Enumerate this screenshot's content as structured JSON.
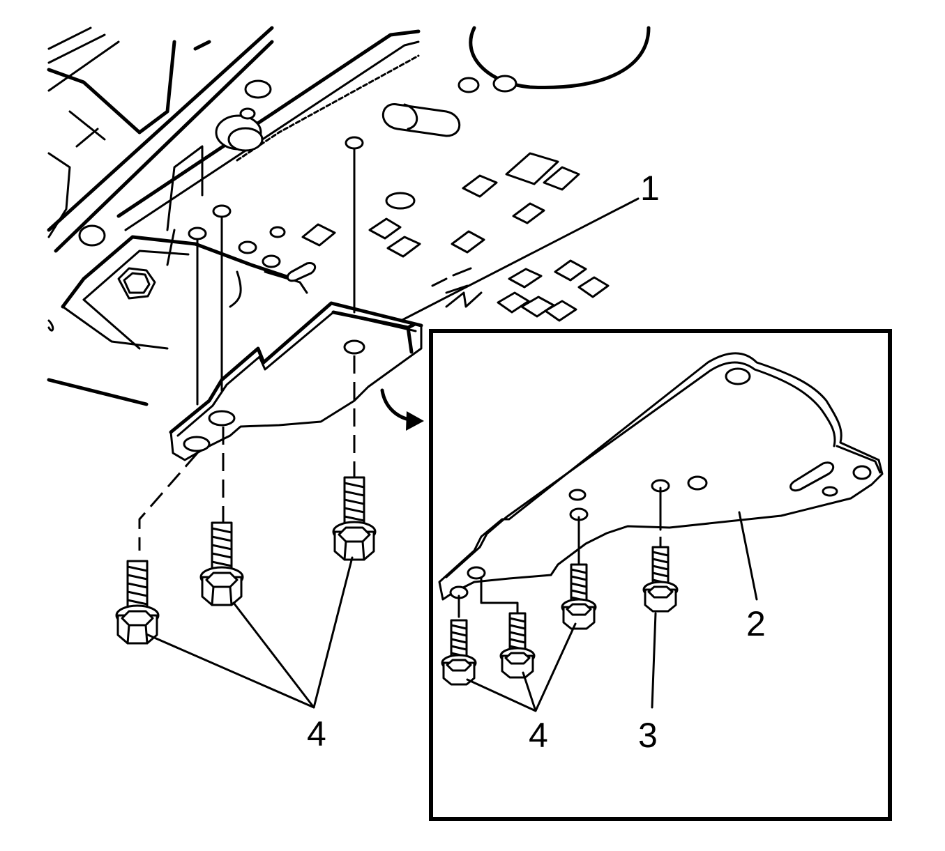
{
  "callouts": {
    "c1": "1",
    "c2": "2",
    "c3": "3",
    "c4_main": "4",
    "c4_inset": "4"
  },
  "colors": {
    "line": "#000000",
    "background": "#ffffff"
  }
}
